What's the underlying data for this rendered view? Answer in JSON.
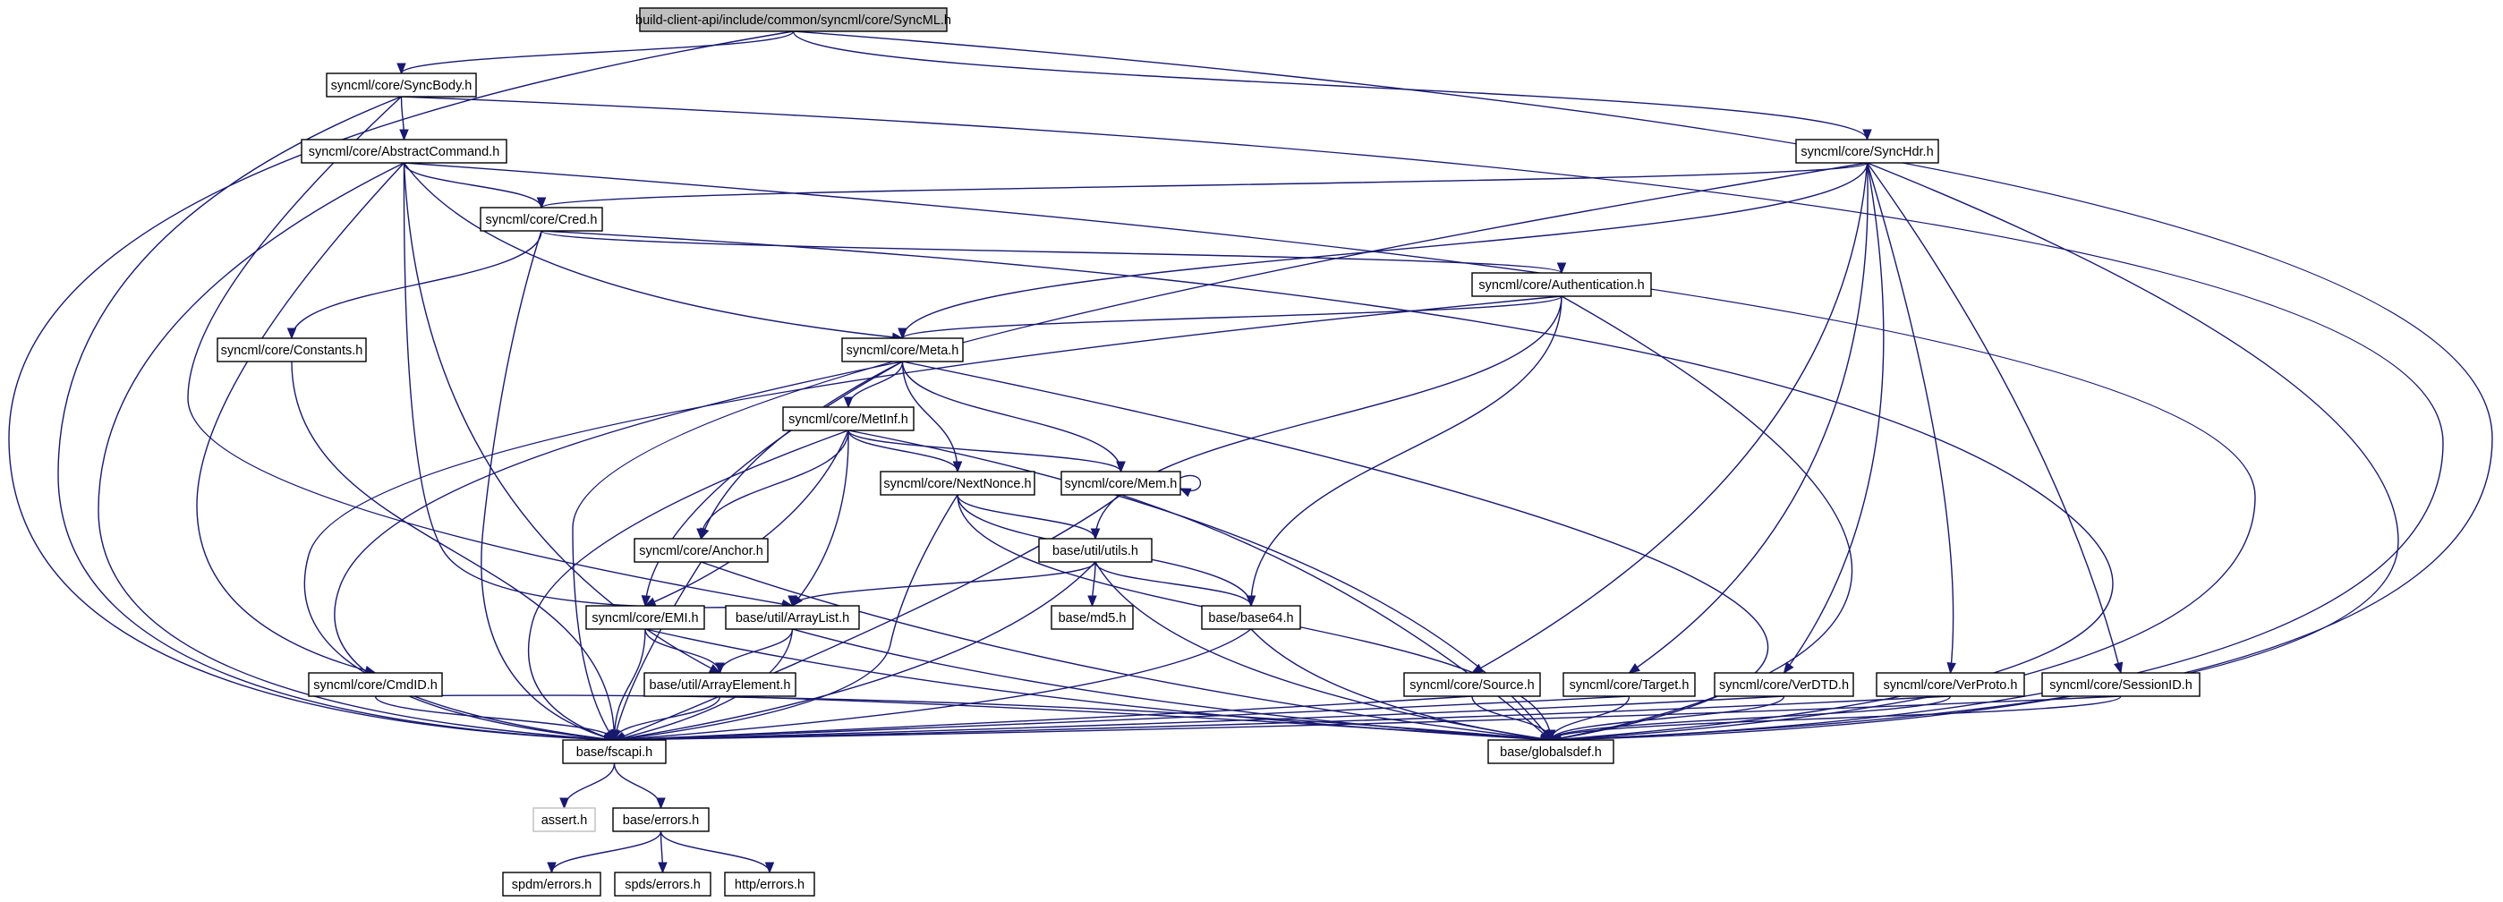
{
  "diagram": {
    "type": "include-dependency-graph",
    "colors": {
      "edge": "#191970",
      "node_border": "#000000",
      "root_fill": "#bfbfbf",
      "missing_border": "#bfbfbf",
      "background": "#ffffff"
    },
    "nodes": [
      {
        "id": "syncml",
        "label": "build-client-api/include/common/syncml/core/SyncML.h",
        "kind": "root"
      },
      {
        "id": "syncbody",
        "label": "syncml/core/SyncBody.h"
      },
      {
        "id": "abstractcommand",
        "label": "syncml/core/AbstractCommand.h"
      },
      {
        "id": "synchdr",
        "label": "syncml/core/SyncHdr.h"
      },
      {
        "id": "cred",
        "label": "syncml/core/Cred.h"
      },
      {
        "id": "authentication",
        "label": "syncml/core/Authentication.h"
      },
      {
        "id": "constants",
        "label": "syncml/core/Constants.h"
      },
      {
        "id": "meta",
        "label": "syncml/core/Meta.h"
      },
      {
        "id": "metinf",
        "label": "syncml/core/MetInf.h"
      },
      {
        "id": "nextnonce",
        "label": "syncml/core/NextNonce.h"
      },
      {
        "id": "mem",
        "label": "syncml/core/Mem.h"
      },
      {
        "id": "anchor",
        "label": "syncml/core/Anchor.h"
      },
      {
        "id": "utils",
        "label": "base/util/utils.h"
      },
      {
        "id": "emi",
        "label": "syncml/core/EMI.h"
      },
      {
        "id": "arraylist",
        "label": "base/util/ArrayList.h"
      },
      {
        "id": "md5",
        "label": "base/md5.h"
      },
      {
        "id": "base64",
        "label": "base/base64.h"
      },
      {
        "id": "cmdid",
        "label": "syncml/core/CmdID.h"
      },
      {
        "id": "arrayelement",
        "label": "base/util/ArrayElement.h"
      },
      {
        "id": "source",
        "label": "syncml/core/Source.h"
      },
      {
        "id": "target",
        "label": "syncml/core/Target.h"
      },
      {
        "id": "verdtd",
        "label": "syncml/core/VerDTD.h"
      },
      {
        "id": "verproto",
        "label": "syncml/core/VerProto.h"
      },
      {
        "id": "sessionid",
        "label": "syncml/core/SessionID.h"
      },
      {
        "id": "fscapi",
        "label": "base/fscapi.h"
      },
      {
        "id": "globalsdef",
        "label": "base/globalsdef.h"
      },
      {
        "id": "assert",
        "label": "assert.h",
        "kind": "missing"
      },
      {
        "id": "errors",
        "label": "base/errors.h"
      },
      {
        "id": "spdm_errors",
        "label": "spdm/errors.h"
      },
      {
        "id": "spds_errors",
        "label": "spds/errors.h"
      },
      {
        "id": "http_errors",
        "label": "http/errors.h"
      }
    ],
    "edges": [
      [
        "syncml",
        "syncbody"
      ],
      [
        "syncml",
        "synchdr"
      ],
      [
        "syncml",
        "fscapi"
      ],
      [
        "syncml",
        "globalsdef"
      ],
      [
        "syncbody",
        "abstractcommand"
      ],
      [
        "syncbody",
        "fscapi"
      ],
      [
        "syncbody",
        "arraylist"
      ],
      [
        "syncbody",
        "globalsdef"
      ],
      [
        "abstractcommand",
        "cred"
      ],
      [
        "abstractcommand",
        "meta"
      ],
      [
        "abstractcommand",
        "cmdid"
      ],
      [
        "abstractcommand",
        "arraylist"
      ],
      [
        "abstractcommand",
        "arrayelement"
      ],
      [
        "abstractcommand",
        "fscapi"
      ],
      [
        "abstractcommand",
        "globalsdef"
      ],
      [
        "synchdr",
        "cred"
      ],
      [
        "synchdr",
        "meta"
      ],
      [
        "synchdr",
        "source"
      ],
      [
        "synchdr",
        "target"
      ],
      [
        "synchdr",
        "verdtd"
      ],
      [
        "synchdr",
        "verproto"
      ],
      [
        "synchdr",
        "sessionid"
      ],
      [
        "synchdr",
        "fscapi"
      ],
      [
        "synchdr",
        "globalsdef"
      ],
      [
        "cred",
        "authentication"
      ],
      [
        "cred",
        "constants"
      ],
      [
        "cred",
        "fscapi"
      ],
      [
        "cred",
        "globalsdef"
      ],
      [
        "authentication",
        "meta"
      ],
      [
        "authentication",
        "utils"
      ],
      [
        "authentication",
        "base64"
      ],
      [
        "authentication",
        "fscapi"
      ],
      [
        "authentication",
        "globalsdef"
      ],
      [
        "constants",
        "fscapi"
      ],
      [
        "meta",
        "metinf"
      ],
      [
        "meta",
        "nextnonce"
      ],
      [
        "meta",
        "mem"
      ],
      [
        "meta",
        "anchor"
      ],
      [
        "meta",
        "emi"
      ],
      [
        "meta",
        "fscapi"
      ],
      [
        "meta",
        "globalsdef"
      ],
      [
        "metinf",
        "nextnonce"
      ],
      [
        "metinf",
        "mem"
      ],
      [
        "metinf",
        "anchor"
      ],
      [
        "metinf",
        "emi"
      ],
      [
        "metinf",
        "arraylist"
      ],
      [
        "metinf",
        "fscapi"
      ],
      [
        "metinf",
        "globalsdef"
      ],
      [
        "nextnonce",
        "utils"
      ],
      [
        "nextnonce",
        "base64"
      ],
      [
        "nextnonce",
        "fscapi"
      ],
      [
        "nextnonce",
        "globalsdef"
      ],
      [
        "mem",
        "mem"
      ],
      [
        "mem",
        "fscapi"
      ],
      [
        "mem",
        "globalsdef"
      ],
      [
        "anchor",
        "fscapi"
      ],
      [
        "anchor",
        "globalsdef"
      ],
      [
        "utils",
        "arraylist"
      ],
      [
        "utils",
        "md5"
      ],
      [
        "utils",
        "base64"
      ],
      [
        "utils",
        "fscapi"
      ],
      [
        "utils",
        "globalsdef"
      ],
      [
        "emi",
        "arrayelement"
      ],
      [
        "emi",
        "fscapi"
      ],
      [
        "emi",
        "globalsdef"
      ],
      [
        "arraylist",
        "arrayelement"
      ],
      [
        "arraylist",
        "fscapi"
      ],
      [
        "arraylist",
        "globalsdef"
      ],
      [
        "base64",
        "fscapi"
      ],
      [
        "base64",
        "globalsdef"
      ],
      [
        "cmdid",
        "fscapi"
      ],
      [
        "cmdid",
        "globalsdef"
      ],
      [
        "arrayelement",
        "fscapi"
      ],
      [
        "arrayelement",
        "globalsdef"
      ],
      [
        "source",
        "fscapi"
      ],
      [
        "source",
        "globalsdef"
      ],
      [
        "target",
        "fscapi"
      ],
      [
        "target",
        "globalsdef"
      ],
      [
        "verdtd",
        "fscapi"
      ],
      [
        "verdtd",
        "globalsdef"
      ],
      [
        "verproto",
        "fscapi"
      ],
      [
        "verproto",
        "globalsdef"
      ],
      [
        "sessionid",
        "fscapi"
      ],
      [
        "sessionid",
        "globalsdef"
      ],
      [
        "fscapi",
        "assert"
      ],
      [
        "fscapi",
        "errors"
      ],
      [
        "errors",
        "spdm_errors"
      ],
      [
        "errors",
        "spds_errors"
      ],
      [
        "errors",
        "http_errors"
      ]
    ]
  }
}
